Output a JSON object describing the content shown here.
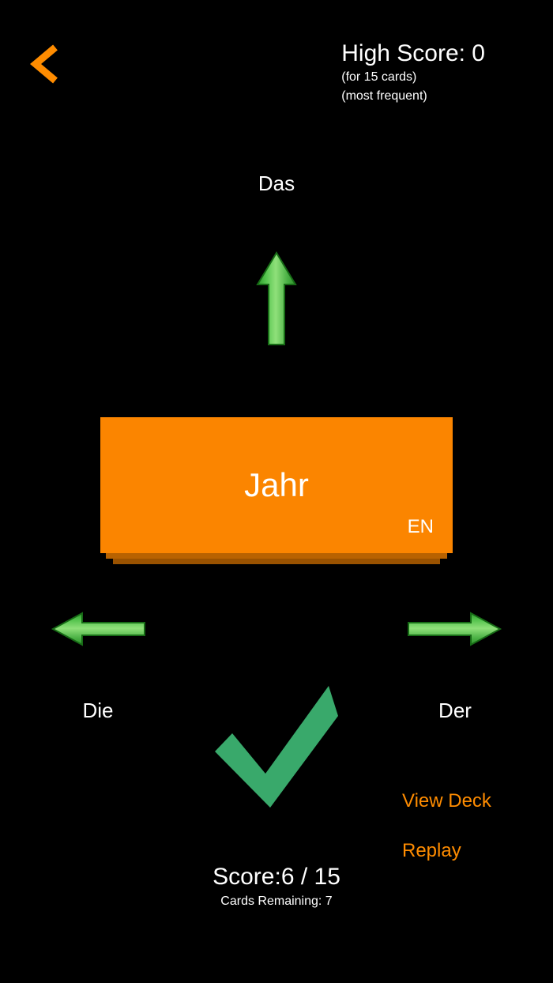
{
  "theme": {
    "background": "#000000",
    "accent_orange": "#ff8c00",
    "card_orange": "#fb8500",
    "card_shadow_1": "#b86200",
    "card_shadow_2": "#9a5200",
    "arrow_green_light": "#8fe07a",
    "arrow_green": "#34a832",
    "arrow_green_dark": "#1d7a1b",
    "check_green": "#39a96b",
    "text_white": "#ffffff"
  },
  "header": {
    "back_icon": "chevron-left-icon",
    "high_score_label": "High Score: 0",
    "high_score_note_cards": "(for 15 cards)",
    "high_score_note_mode": "(most frequent)"
  },
  "game": {
    "article_top": "Das",
    "article_left": "Die",
    "article_right": "Der",
    "arrow_up_icon": "arrow-up-icon",
    "arrow_left_icon": "arrow-left-icon",
    "arrow_right_icon": "arrow-right-icon",
    "feedback_icon": "checkmark-icon"
  },
  "card": {
    "word": "Jahr",
    "language": "EN"
  },
  "actions": {
    "view_deck": "View Deck",
    "replay": "Replay"
  },
  "status": {
    "score": "Score:6 / 15",
    "cards_remaining": "Cards Remaining: 7"
  }
}
